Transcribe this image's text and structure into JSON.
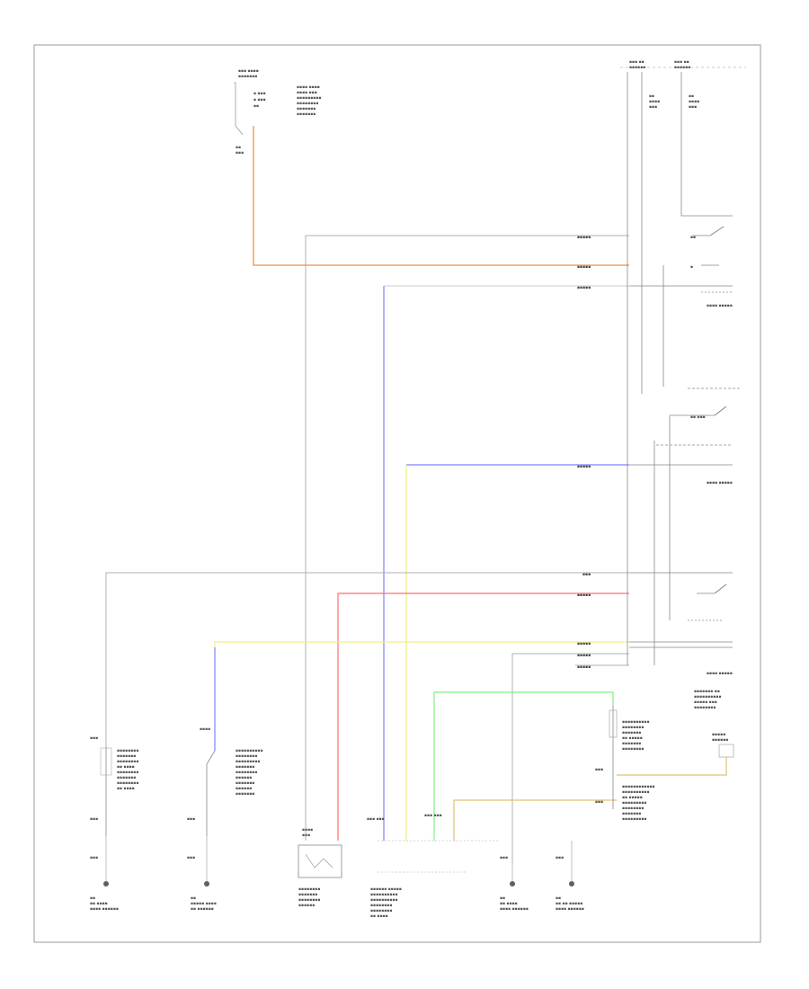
{
  "diagram": {
    "colors": {
      "frame": "#9a9a9a",
      "wire_gray": "#b0b0b0",
      "wire_orange": "#f0a060",
      "wire_blue": "#8080ff",
      "wire_yellow": "#f0f080",
      "wire_red": "#ff7070",
      "wire_green": "#80f080",
      "wire_tan": "#e0c070",
      "ground": "#606060"
    },
    "page_note": "",
    "components": {
      "top_fuse_box": "",
      "right_fuse_1": "",
      "right_fuse_2": "",
      "relay_1": "",
      "relay_2": "",
      "relay_3": "",
      "engine_ecm": "",
      "sensor": "",
      "switch_1": "",
      "switch_2": "",
      "connector_box": "",
      "cluster": ""
    },
    "grounds": [
      {
        "id": "g1"
      },
      {
        "id": "g2"
      },
      {
        "id": "g3"
      },
      {
        "id": "g4"
      }
    ]
  }
}
